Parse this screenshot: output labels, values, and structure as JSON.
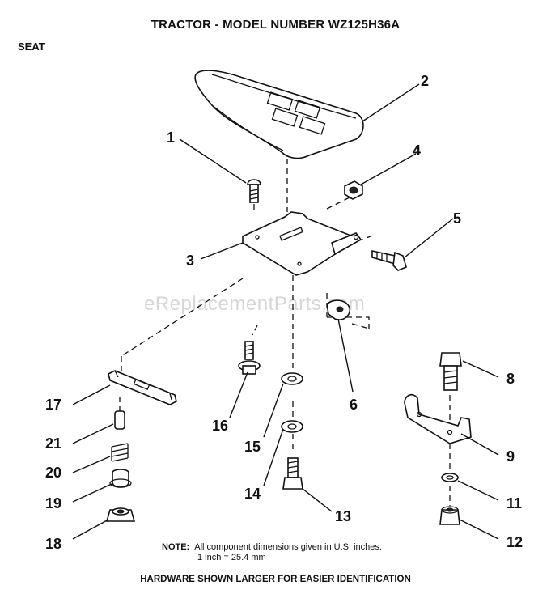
{
  "header": {
    "title": "TRACTOR  - MODEL NUMBER WZ125H36A",
    "section": "SEAT"
  },
  "watermark": "eReplacementParts.com",
  "parts": [
    {
      "id": "1"
    },
    {
      "id": "2"
    },
    {
      "id": "3"
    },
    {
      "id": "4"
    },
    {
      "id": "5"
    },
    {
      "id": "6"
    },
    {
      "id": "8"
    },
    {
      "id": "9"
    },
    {
      "id": "11"
    },
    {
      "id": "12"
    },
    {
      "id": "13"
    },
    {
      "id": "14"
    },
    {
      "id": "15"
    },
    {
      "id": "16"
    },
    {
      "id": "17"
    },
    {
      "id": "18"
    },
    {
      "id": "19"
    },
    {
      "id": "20"
    },
    {
      "id": "21"
    }
  ],
  "note": {
    "label": "NOTE:",
    "line1": "All component dimensions given in U.S. inches.",
    "line2": "1 inch = 25.4 mm"
  },
  "footer": "HARDWARE SHOWN LARGER FOR EASIER IDENTIFICATION"
}
